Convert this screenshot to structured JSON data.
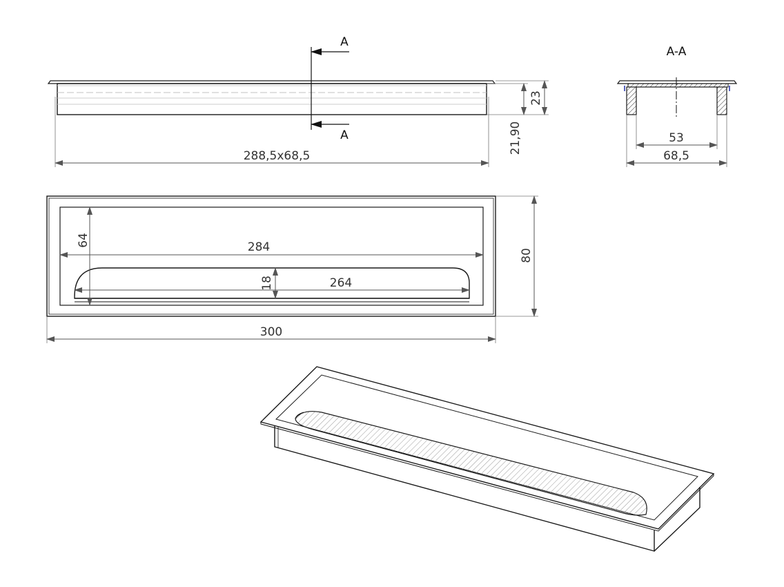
{
  "drawing": {
    "section_markers": {
      "top": "A",
      "bottom": "A"
    },
    "section_title": "A-A",
    "front_view": {
      "overall_length_label": "288,5x68,5",
      "height_label": "23",
      "depth_label": "21,90"
    },
    "section_view": {
      "inner_width_label": "53",
      "outer_width_label": "68,5"
    },
    "top_view": {
      "inner_length_label": "284",
      "inner_height_label": "64",
      "slot_length_label": "264",
      "slot_height_label": "18",
      "overall_height_label": "80",
      "overall_length_label": "300"
    },
    "colors": {
      "line": "#1a1a1a",
      "dimension": "#555555",
      "hatch": "#999999"
    }
  }
}
